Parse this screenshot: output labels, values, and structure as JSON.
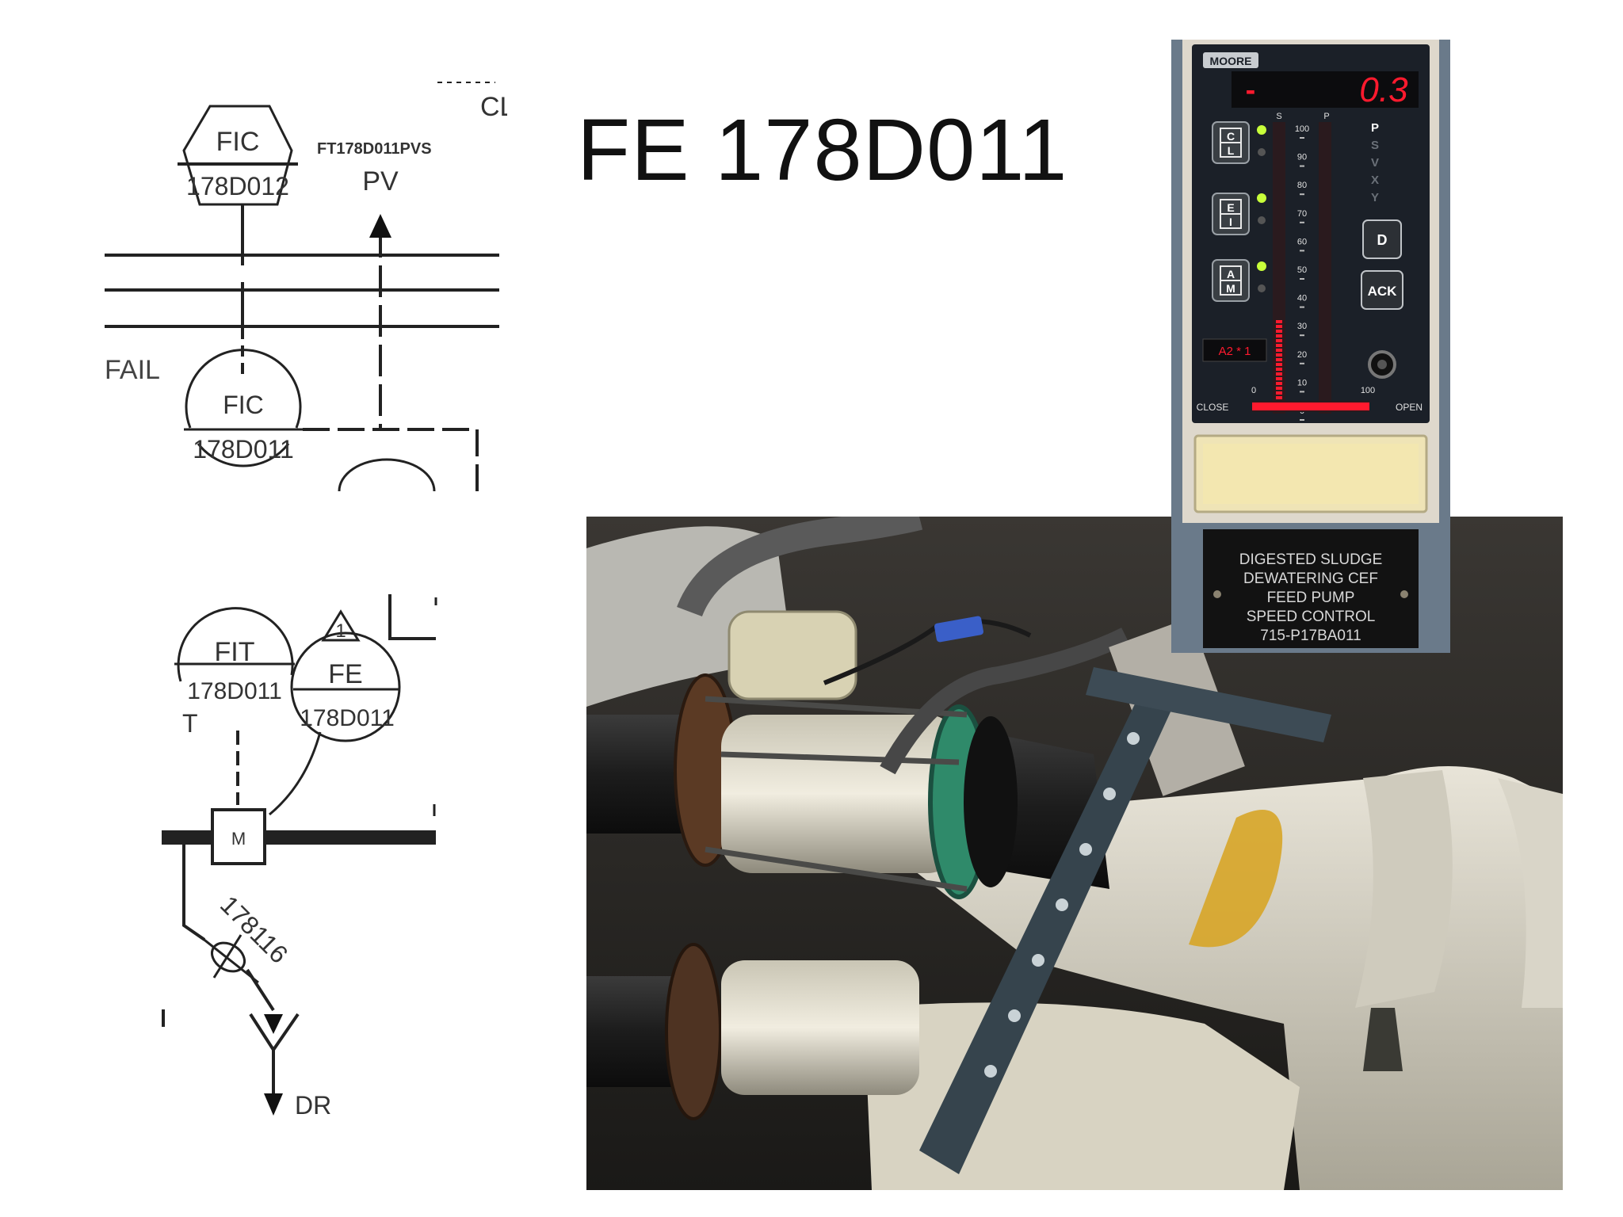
{
  "slide": {
    "title": "FE 178D011"
  },
  "pid_top": {
    "controller_tag": "FIC",
    "controller_number": "178D012",
    "signal_label": "FT178D011PVS",
    "pv_label": "PV",
    "corner_label": "CL",
    "fail_label": "FAIL",
    "local_controller_tag": "FIC",
    "local_controller_number": "178D011"
  },
  "pid_bottom": {
    "transmitter_tag": "FIT",
    "transmitter_number": "178D011",
    "element_tag": "FE",
    "element_number": "178D011",
    "t_label": "T",
    "warning_number": "1",
    "meter_label": "M",
    "drain_valve_label": "178116",
    "drain_label": "DR"
  },
  "controller_panel": {
    "brand": "MOORE",
    "display_sign": "-",
    "display_value": "0.3",
    "buttons": [
      {
        "top": "C",
        "bottom": "L"
      },
      {
        "top": "E",
        "bottom": "I"
      },
      {
        "top": "A",
        "bottom": "M"
      }
    ],
    "d_button": "D",
    "ack_button": "ACK",
    "alarm_display": "A2 * 1",
    "bar_header_s": "S",
    "bar_header_p": "P",
    "scale_ticks": [
      "100",
      "90",
      "80",
      "70",
      "60",
      "50",
      "40",
      "30",
      "20",
      "10",
      "0"
    ],
    "variable_letters": [
      "P",
      "S",
      "V",
      "X",
      "Y"
    ],
    "pv_bar_percent": 32,
    "sp_bar_percent": 2,
    "output_scale_min": "0",
    "output_scale_max": "100",
    "output_bar_percent": 100,
    "close_label": "CLOSE",
    "open_label": "OPEN",
    "nameplate": [
      "DIGESTED SLUDGE",
      "DEWATERING CEF",
      "FEED PUMP",
      "SPEED CONTROL",
      "715-P17BA011"
    ],
    "colors": {
      "led_red": "#ff1a2e",
      "led_green": "#c8ff3a",
      "face": "#1b2028",
      "nameplate_bg": "#121212"
    }
  }
}
